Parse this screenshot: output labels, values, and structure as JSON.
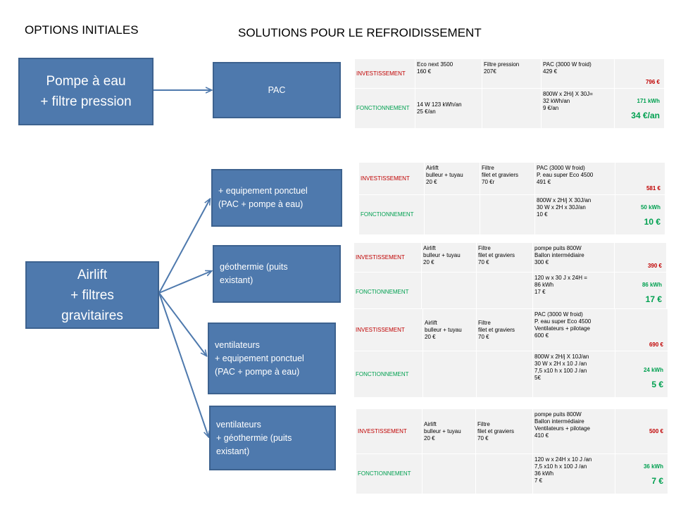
{
  "headings": {
    "left": "OPTIONS  INITIALES",
    "right": "SOLUTIONS POUR LE REFROIDISSEMENT"
  },
  "colors": {
    "box_fill": "#4e79ad",
    "arrow": "#4e79ad",
    "investissement": "#c00000",
    "fonctionnement": "#00a050"
  },
  "left_boxes": {
    "pompe": "Pompe à eau\n+ filtre pression",
    "airlift": "Airlift\n+ filtres\ngravitaires"
  },
  "solutions": [
    {
      "label": "PAC"
    },
    {
      "label": "+ equipement ponctuel\n(PAC + pompe  à eau)"
    },
    {
      "label": "géothermie (puits\nexistant)"
    },
    {
      "label": "ventilateurs\n+ equipement ponctuel\n(PAC + pompe  à eau)"
    },
    {
      "label": "ventilateurs\n+ géothermie (puits\nexistant)"
    }
  ],
  "tables": [
    {
      "inv_label": "INVESTISSEMENT",
      "fon_label": "FONCTIONNEMENT",
      "inv": [
        "Eco next 3500\n160 €",
        "Filtre pression\n207€",
        "PAC  (3000 W froid)\n429 €"
      ],
      "fon": [
        "14 W  123 kWh/an\n 25 €/an",
        "",
        "800W x 2H/j X 30J=\n 32 kWh/an\n9 €/an"
      ],
      "total_inv": "796 €",
      "total_fon_1": "171 kWh",
      "total_fon_2": "34 €/an"
    },
    {
      "inv_label": "INVESTISSEMENT",
      "fon_label": "FONCTIONNEMENT",
      "inv": [
        "Airlift\nbulleur + tuyau\n20 €",
        "Filtre\nfilet et graviers\n70 €r",
        "PAC  (3000 W froid)\nP. eau super Eco 4500\n491 €"
      ],
      "fon": [
        "",
        "",
        "800W x 2H/j X 30J/an\n30 W x 2H x 30J/an\n10 €"
      ],
      "total_inv": "581 €",
      "total_fon_1": "50 kWh",
      "total_fon_2": "10 €"
    },
    {
      "inv_label": "INVESTISSEMENT",
      "fon_label": "FONCTIONNEMENT",
      "inv": [
        "Airlift\nbulleur + tuyau\n20 €",
        "Filtre\nfilet et graviers\n70 €",
        "pompe puits 800W\nBallon intermédiaire\n300 €"
      ],
      "fon": [
        "",
        "",
        "120 w x 30 J x 24H = \n86 kWh\n17 €"
      ],
      "total_inv": "390 €",
      "total_fon_1": "86 kWh",
      "total_fon_2": "17 €"
    },
    {
      "inv_label": "INVESTISSEMENT",
      "fon_label": "FONCTIONNEMENT",
      "inv": [
        "Airlift\nbulleur + tuyau\n20 €",
        "Filtre\nfilet et graviers\n70 €",
        "PAC  (3000 W froid)\nP. eau super Eco 4500\nVentilateurs + pilotage\n600 €"
      ],
      "fon": [
        "",
        "",
        "800W x 2H/j X 10J/an\n30 W x 2H x 10 J /an\n7,5 x10 h x 100 J /an\n5€"
      ],
      "total_inv": "690 €",
      "total_fon_1": "24 kWh",
      "total_fon_2": "5 €"
    },
    {
      "inv_label": "INVESTISSEMENT",
      "fon_label": "FONCTIONNEMENT",
      "inv": [
        "Airlift\nbulleur + tuyau\n20 €",
        "Filtre\n filet et graviers\n70 €",
        "pompe puits 800W\nBallon intermédiaire\nVentilateurs + pilotage\n410 €"
      ],
      "fon": [
        "",
        "",
        "120 w x 24H x 10 J /an\n 7,5 x10 h x 100 J /an\n36 kWh\n7 €"
      ],
      "total_inv": "500 €",
      "total_fon_1": "36 kWh",
      "total_fon_2": "7 €"
    }
  ]
}
